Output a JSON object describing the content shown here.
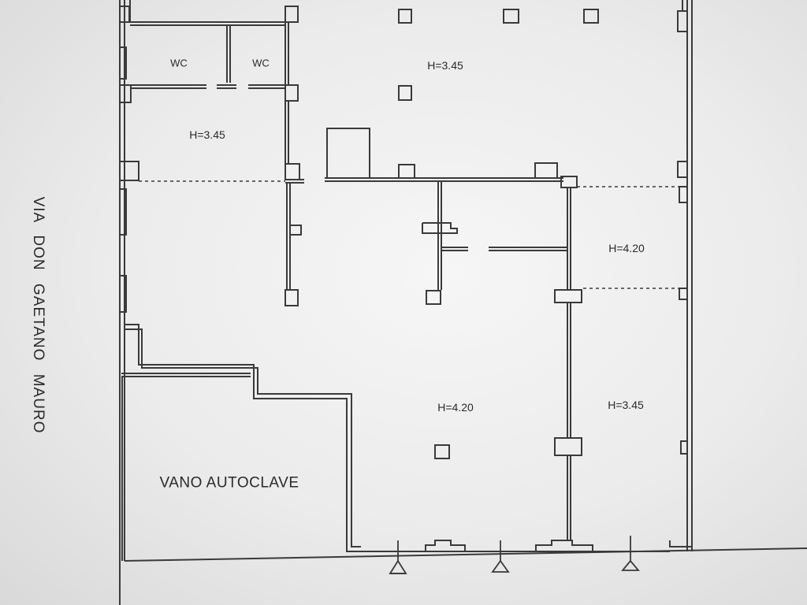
{
  "street_name": "VIA DON GAETANO MAURO",
  "rooms": {
    "wc_1": "WC",
    "wc_2": "WC",
    "top_main_height": "H=3.45",
    "top_left_height": "H=3.45",
    "right_upper_height": "H=4.20",
    "center_main_height": "H=4.20",
    "right_lower_height": "H=3.45",
    "autoclave_room": "VANO AUTOCLAVE"
  }
}
